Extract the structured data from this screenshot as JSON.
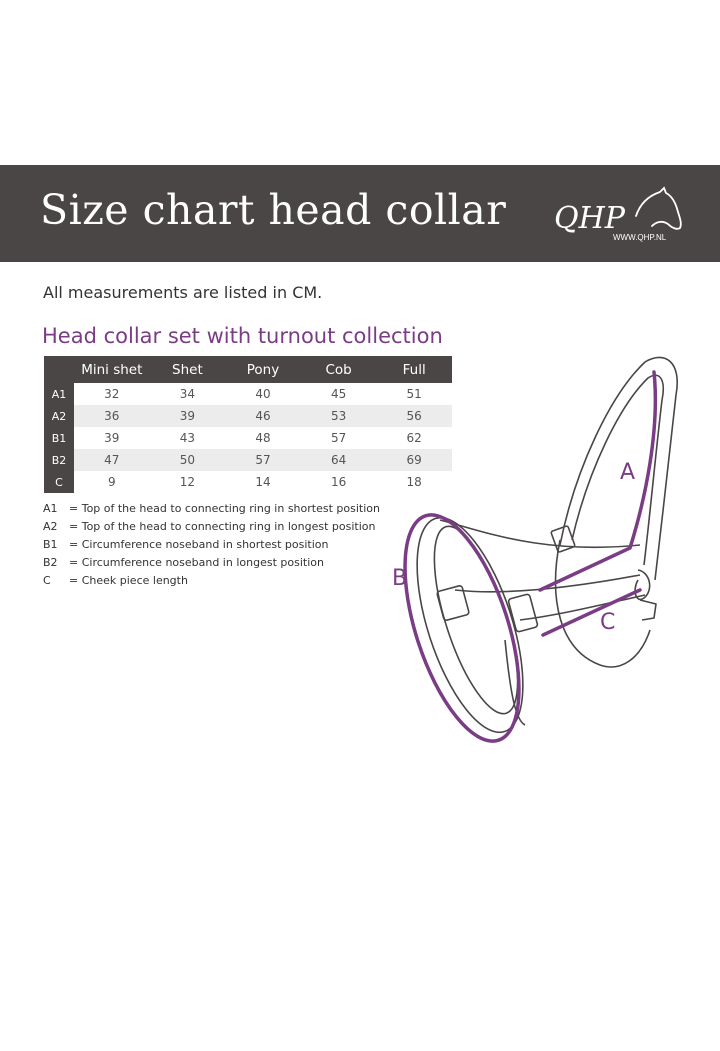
{
  "header": {
    "title": "Size chart head collar",
    "logo_text": "QHP",
    "logo_url": "WWW.QHP.NL"
  },
  "note": "All measurements are listed in CM.",
  "section_title": "Head collar set with turnout collection",
  "table": {
    "columns": [
      "Mini shet",
      "Shet",
      "Pony",
      "Cob",
      "Full"
    ],
    "rows": [
      {
        "label": "A1",
        "values": [
          "32",
          "34",
          "40",
          "45",
          "51"
        ]
      },
      {
        "label": "A2",
        "values": [
          "36",
          "39",
          "46",
          "53",
          "56"
        ]
      },
      {
        "label": "B1",
        "values": [
          "39",
          "43",
          "48",
          "57",
          "62"
        ]
      },
      {
        "label": "B2",
        "values": [
          "47",
          "50",
          "57",
          "64",
          "69"
        ]
      },
      {
        "label": "C",
        "values": [
          "9",
          "12",
          "14",
          "16",
          "18"
        ]
      }
    ]
  },
  "legend": [
    {
      "code": "A1",
      "text": "= Top of the head to connecting ring in shortest position"
    },
    {
      "code": "A2",
      "text": "= Top of the head to connecting ring in longest position"
    },
    {
      "code": "B1",
      "text": "= Circumference noseband in shortest position"
    },
    {
      "code": "B2",
      "text": "= Circumference noseband in longest position"
    },
    {
      "code": "C",
      "text": "= Cheek piece length"
    }
  ],
  "diagram": {
    "labels": {
      "a": "A",
      "b": "B",
      "c": "C"
    },
    "colors": {
      "accent": "#7b3c86",
      "outline": "#4a4646"
    }
  },
  "colors": {
    "banner": "#4a4646",
    "accent": "#7b3c86",
    "row_alt": "#ececec"
  }
}
